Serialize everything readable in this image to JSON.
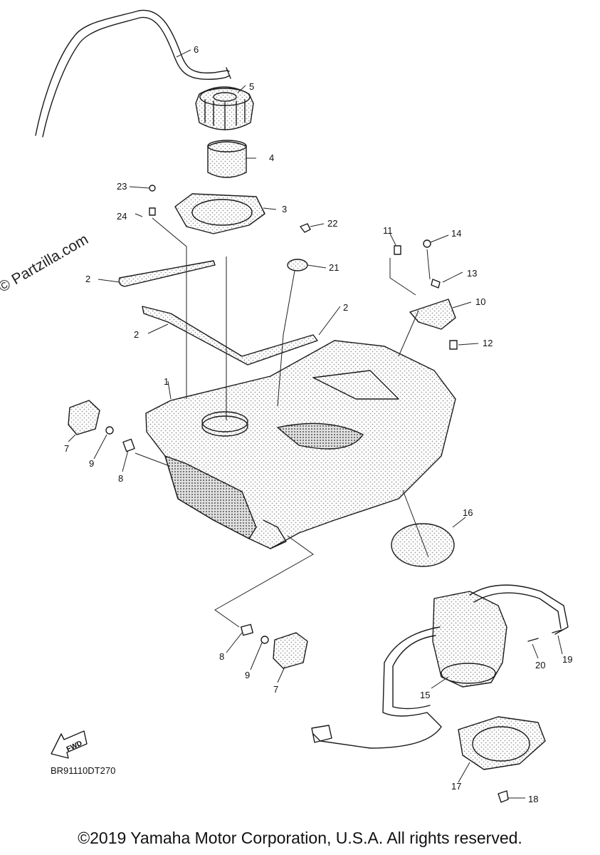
{
  "watermark": "© Partzilla.com",
  "diagram_code": "BR91110DT270",
  "fwd_label": "FWD",
  "copyright": "©2019 Yamaha Motor Corporation, U.S.A. All rights reserved.",
  "callouts": [
    "1",
    "2",
    "2",
    "2",
    "3",
    "4",
    "5",
    "6",
    "7",
    "7",
    "8",
    "8",
    "9",
    "9",
    "10",
    "11",
    "12",
    "13",
    "14",
    "15",
    "16",
    "17",
    "18",
    "19",
    "20",
    "21",
    "22",
    "23",
    "24"
  ]
}
